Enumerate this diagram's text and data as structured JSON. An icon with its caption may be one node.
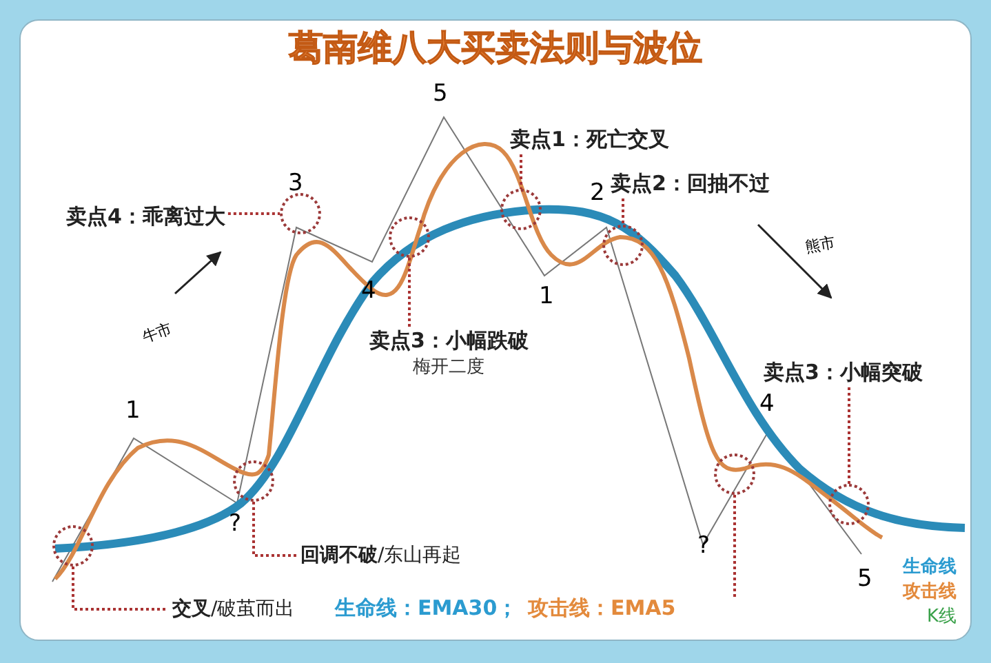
{
  "diagram": {
    "title": "葛南维八大买卖法则与波位",
    "nodes": [
      {
        "text": [
          "卖点1：死亡交叉"
        ]
      },
      {
        "text": [
          "卖点4：乖离过大"
        ]
      },
      {
        "text": [
          "卖点2：回抽不过"
        ]
      },
      {
        "text": [
          "卖点3：小幅跌破",
          "梅开二度"
        ]
      },
      {
        "text": [
          "卖点3：小幅突破"
        ]
      },
      {
        "text": [
          "**回调不破**/东山再起"
        ]
      },
      {
        "text": [
          "**交叉**/破茧而出"
        ]
      },
      {
        "text": [],
        "shape": "circle"
      },
      {
        "text": [],
        "shape": "circle"
      },
      {
        "text": [],
        "shape": "circle"
      },
      {
        "text": [],
        "shape": "circle"
      },
      {
        "text": [],
        "shape": "circle"
      },
      {
        "text": [],
        "shape": "circle"
      },
      {
        "text": [],
        "shape": "circle"
      },
      {
        "text": [],
        "shape": "circle"
      }
    ],
    "edges": [
      {
        "from": 1,
        "to": 9,
        "arrow": "none"
      },
      {
        "from": 3,
        "to": 10,
        "arrow": "none"
      },
      {
        "from": 0,
        "to": 11,
        "arrow": "none"
      },
      {
        "from": 2,
        "to": 12,
        "arrow": "none"
      },
      {
        "from": 4,
        "to": 14,
        "arrow": "none"
      },
      {
        "from": 6,
        "to": 7,
        "arrow": "none"
      },
      {
        "from": 5,
        "to": 8,
        "arrow": "none"
      },
      {
        "from": 13,
        "to": null,
        "arrow": "none"
      }
    ],
    "labels": [
      "5",
      "3",
      "1",
      "2",
      "4",
      "牛市",
      "1",
      "熊市",
      "4",
      "?",
      "?",
      "5",
      "生命线：EMA30；",
      "攻击线：EMA5"
    ],
    "legend": [
      {
        "text": "生命线"
      },
      {
        "text": "攻击线"
      },
      {
        "text": "K线"
      }
    ]
  }
}
